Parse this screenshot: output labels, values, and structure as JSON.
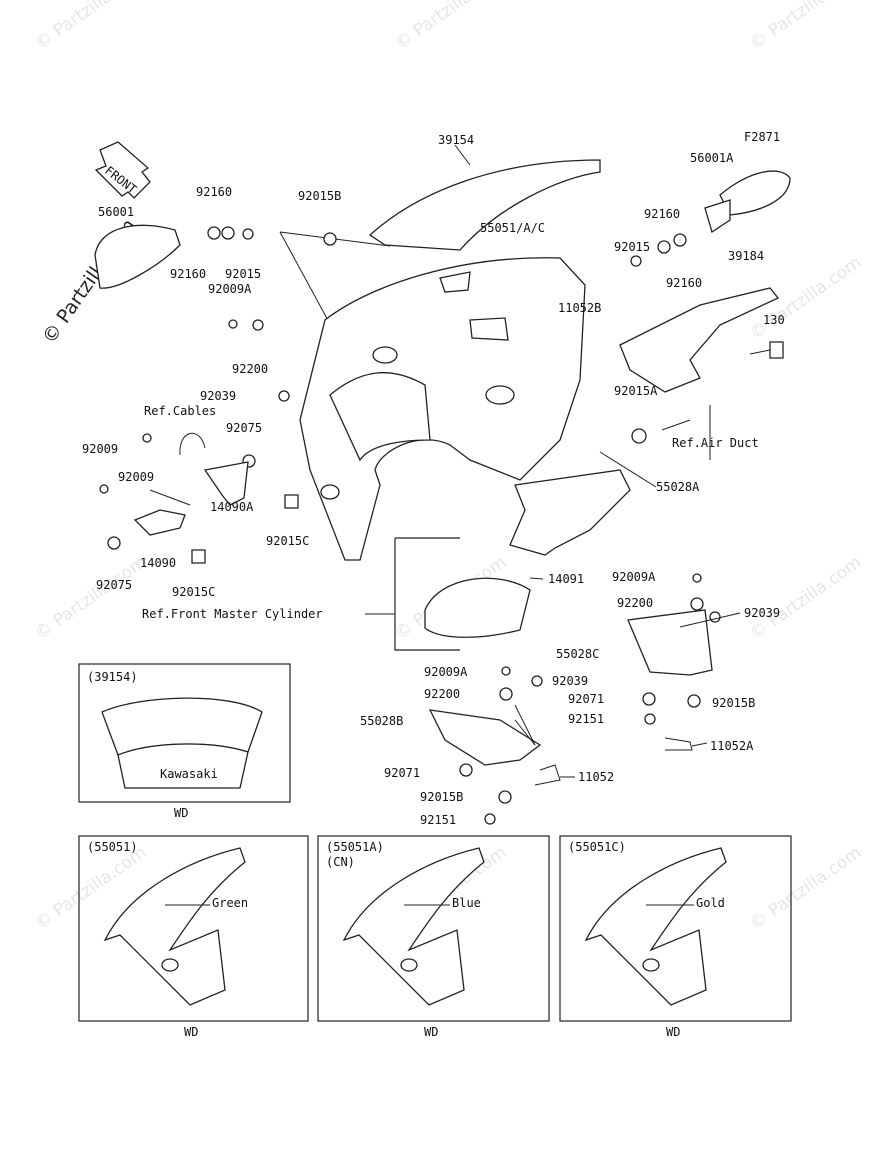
{
  "diagram_id": "F2871",
  "watermark_text": "© Partzilla.com",
  "direction_label": "FRONT",
  "parts": {
    "p39154": "39154",
    "p56001A": "56001A",
    "p56001": "56001",
    "p92160_a": "92160",
    "p92160_b": "92160",
    "p92015": "92015",
    "p92015B_top": "92015B",
    "p92160_c": "92160",
    "p92015_r": "92015",
    "p92160_d": "92160",
    "p39184": "39184",
    "p55051": "55051/A/C",
    "p92009A_top": "92009A",
    "p11052B": "11052B",
    "p130": "130",
    "p92200_top": "92200",
    "p92039_top": "92039",
    "p92015A": "92015A",
    "p92075_top": "92075",
    "p92009_l": "92009",
    "p92009_l2": "92009",
    "p14090A": "14090A",
    "p92015C_r": "92015C",
    "p14090": "14090",
    "p92075_l": "92075",
    "p92015C_b": "92015C",
    "p55028A": "55028A",
    "p14091": "14091",
    "p92009A_r": "92009A",
    "p92200_r": "92200",
    "p92039_r": "92039",
    "p55028C": "55028C",
    "p92071_r": "92071",
    "p92015B_r": "92015B",
    "p92151_r": "92151",
    "p11052A": "11052A",
    "p92009A_m": "92009A",
    "p92039_m": "92039",
    "p92200_m": "92200",
    "p55028B": "55028B",
    "p92071_m": "92071",
    "p11052": "11052",
    "p92015B_m": "92015B",
    "p92151_m": "92151"
  },
  "refs": {
    "cables": "Ref.Cables",
    "air_duct": "Ref.Air Duct",
    "master_cyl": "Ref.Front Master Cylinder"
  },
  "insets": {
    "windshield": {
      "code": "(39154)",
      "region": "WD",
      "logo": "Kawasaki"
    },
    "cowl_green": {
      "code": "(55051)",
      "color": "Green",
      "region": "WD"
    },
    "cowl_blue": {
      "code": "(55051A)",
      "sub": "(CN)",
      "color": "Blue",
      "region": "WD"
    },
    "cowl_gold": {
      "code": "(55051C)",
      "color": "Gold",
      "region": "WD"
    }
  }
}
